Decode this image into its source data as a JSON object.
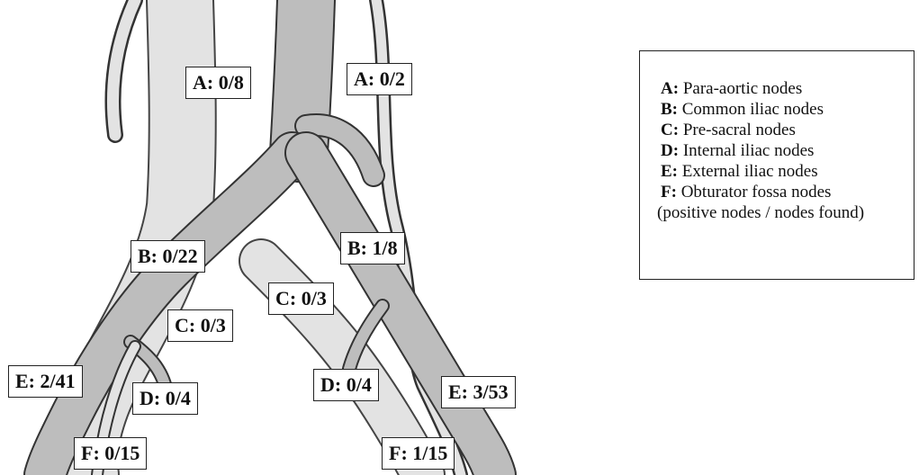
{
  "labels": {
    "a_left": "A: 0/8",
    "a_right": "A: 0/2",
    "b_left": "B: 0/22",
    "b_right": "B: 1/8",
    "c_left": "C: 0/3",
    "c_right": "C: 0/3",
    "d_left": "D: 0/4",
    "d_right": "D: 0/4",
    "e_left": "E: 2/41",
    "e_right": "E: 3/53",
    "f_left": "F: 0/15",
    "f_right": "F: 1/15"
  },
  "legend": {
    "items": [
      {
        "key": "A:",
        "text": " Para-aortic nodes"
      },
      {
        "key": "B:",
        "text": " Common iliac nodes"
      },
      {
        "key": "C:",
        "text": " Pre-sacral nodes"
      },
      {
        "key": "D:",
        "text": " Internal iliac nodes"
      },
      {
        "key": "E:",
        "text": " External iliac nodes"
      },
      {
        "key": "F:",
        "text": " Obturator fossa nodes"
      }
    ],
    "note": "(positive nodes / nodes found)"
  },
  "colors": {
    "artery_fill": "#bdbdbd",
    "vein_fill": "#e3e3e3",
    "outline": "#333333"
  }
}
